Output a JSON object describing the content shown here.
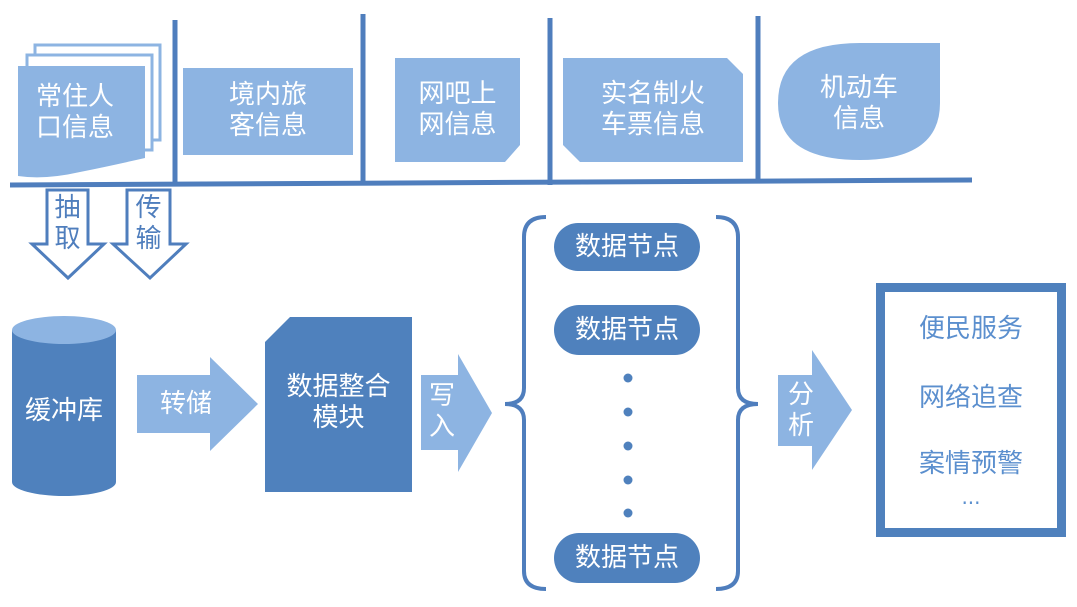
{
  "colors": {
    "light_blue": "#8db4e2",
    "mid_blue": "#4f81bd",
    "dark_blue": "#3d6fb0",
    "line_blue": "#4f7ebd",
    "service_text": "#5b8fce"
  },
  "sources": [
    {
      "label": "常住人\n口信息",
      "shape": "multi-document"
    },
    {
      "label": "境内旅\n客信息",
      "shape": "rectangle"
    },
    {
      "label": "网吧上\n网信息",
      "shape": "folded-corner"
    },
    {
      "label": "实名制火\n车票信息",
      "shape": "snipped-corners"
    },
    {
      "label": "机动车\n信息",
      "shape": "teardrop"
    }
  ],
  "arrows": {
    "extract": "抽\n取",
    "transfer": "传\n输",
    "store": "转储",
    "write": "写\n入",
    "analyze": "分\n析"
  },
  "buffer": {
    "label": "缓冲库"
  },
  "module": {
    "label": "数据整合\n模块"
  },
  "nodes": {
    "label": "数据节点",
    "items": [
      "数据节点",
      "数据节点",
      "数据节点"
    ],
    "dot_count": 5
  },
  "services": {
    "items": [
      "便民服务",
      "网络追查",
      "案情预警"
    ],
    "ellipsis": "..."
  }
}
